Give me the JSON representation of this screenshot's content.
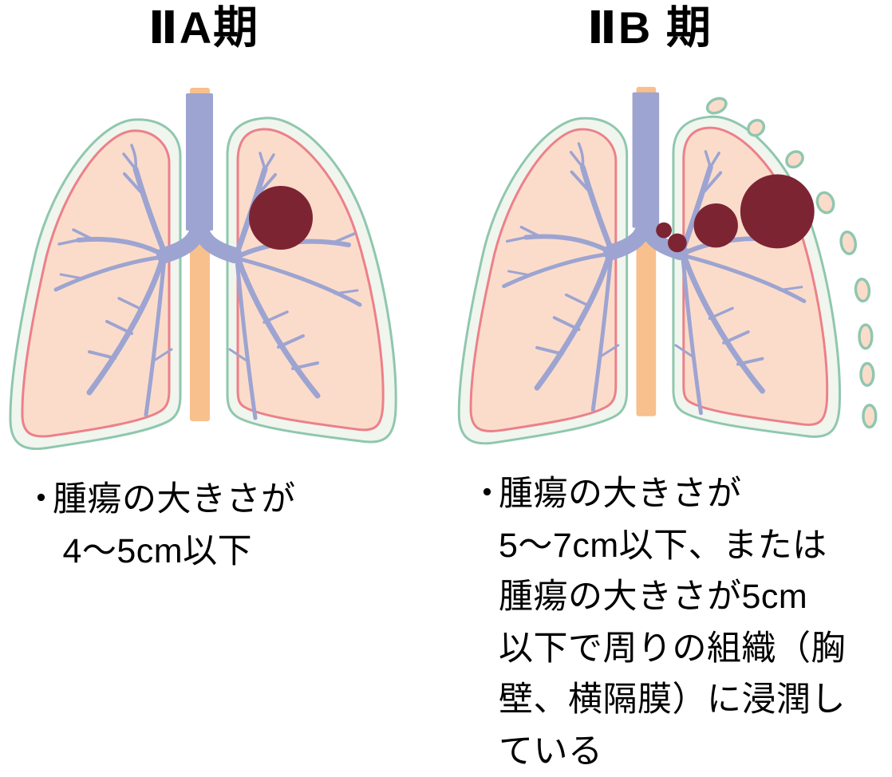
{
  "colors": {
    "background": "#ffffff",
    "text": "#000000",
    "pleura_outline": "#8fc7ae",
    "pleura_fill": "#f0f5ee",
    "lung_outline": "#ec8089",
    "lung_fill": "#fbdccb",
    "bronchi": "#9da4d1",
    "esophagus": "#f8c08d",
    "tumor": "#7d2433",
    "rib_fill": "#fbdccb",
    "rib_outline": "#8fc7ae"
  },
  "panels": [
    {
      "title": "ⅡA期",
      "bullet_marker": "・",
      "bullet_text": "腫瘍の大きさが\n 4〜5cm以下"
    },
    {
      "title": "ⅡB 期",
      "bullet_marker": "・",
      "bullet_text": "腫瘍の大きさが\n5〜7cm以下、または\n腫瘍の大きさが5cm\n以下で周りの組織（胸\n壁、横隔膜）に浸潤し\nている"
    }
  ]
}
